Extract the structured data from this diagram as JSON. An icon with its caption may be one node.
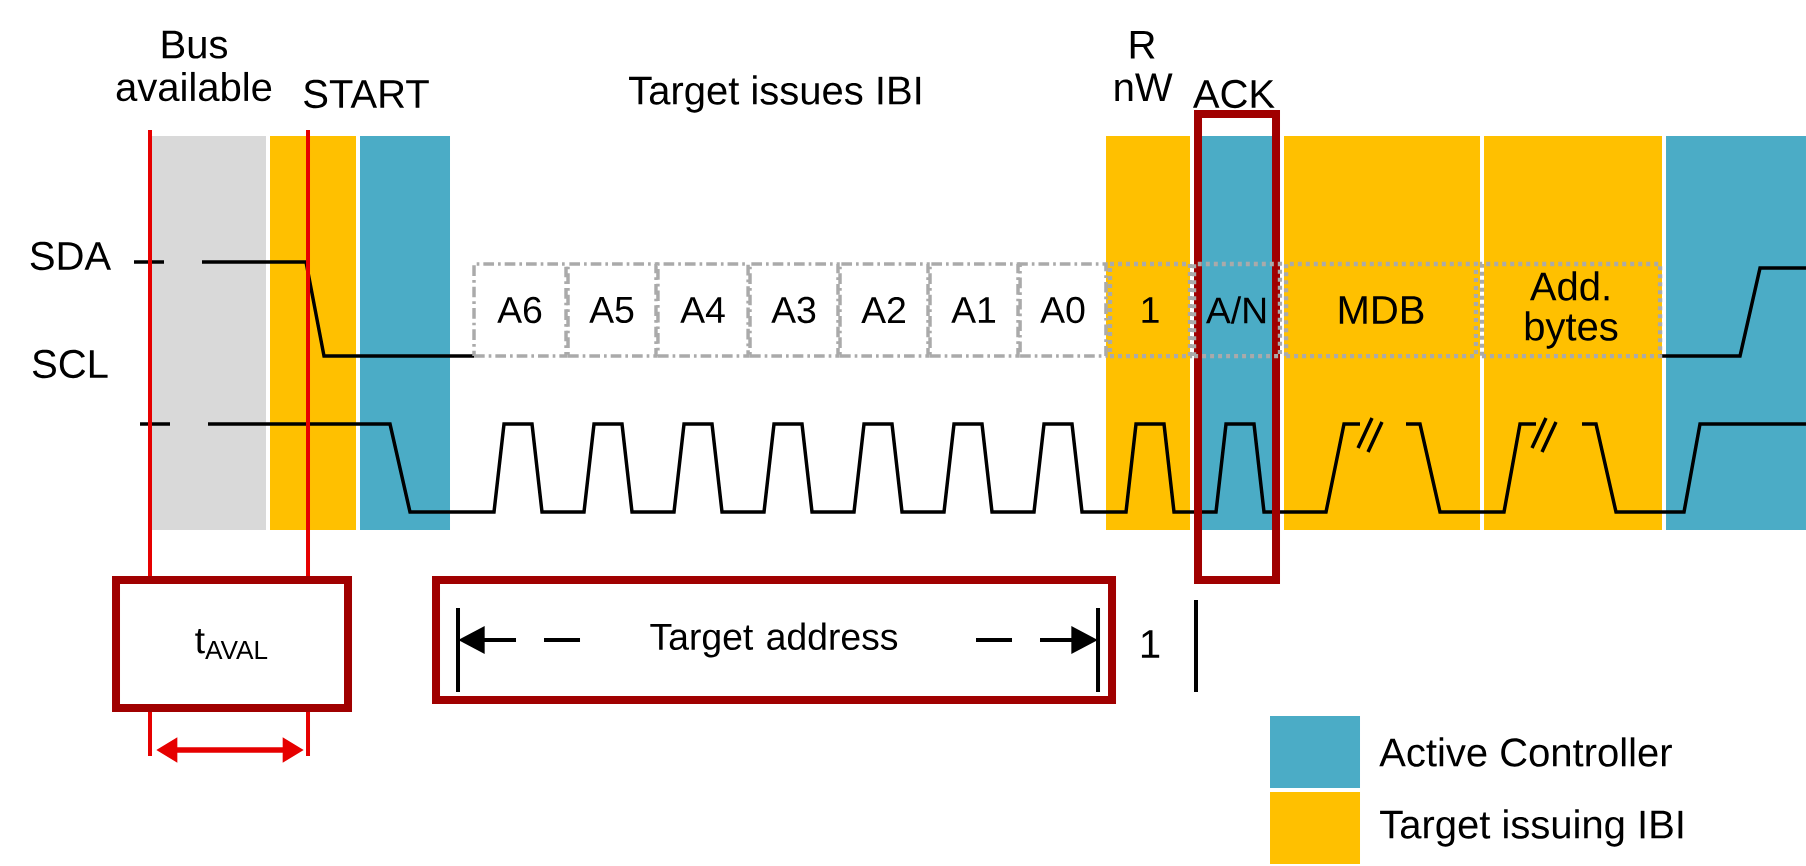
{
  "diagram": {
    "nodes": [
      {
        "text": [
          "A6"
        ]
      },
      {
        "text": [
          "A5"
        ]
      },
      {
        "text": [
          "A4"
        ]
      },
      {
        "text": [
          "A3"
        ]
      },
      {
        "text": [
          "A2"
        ]
      },
      {
        "text": [
          "A1"
        ]
      },
      {
        "text": [
          "A0"
        ]
      },
      {
        "text": [
          "1"
        ]
      },
      {
        "text": [
          "A/N"
        ]
      },
      {
        "text": [
          "MDB"
        ]
      },
      {
        "text": [
          "Add. bytes"
        ]
      },
      {
        "text": [
          "t$_{AVAL}$"
        ]
      },
      {
        "text": [
          "Target address"
        ]
      }
    ],
    "labels": [
      "Bus available",
      "START",
      "Target issues IBI",
      "R nW",
      "ACK",
      "SDA",
      "SCL",
      "1"
    ],
    "legend": [
      {
        "text": "Active Controller",
        "color": "#4bacc6"
      },
      {
        "text": "Target issuing IBI",
        "color": "#ffc000"
      }
    ]
  }
}
